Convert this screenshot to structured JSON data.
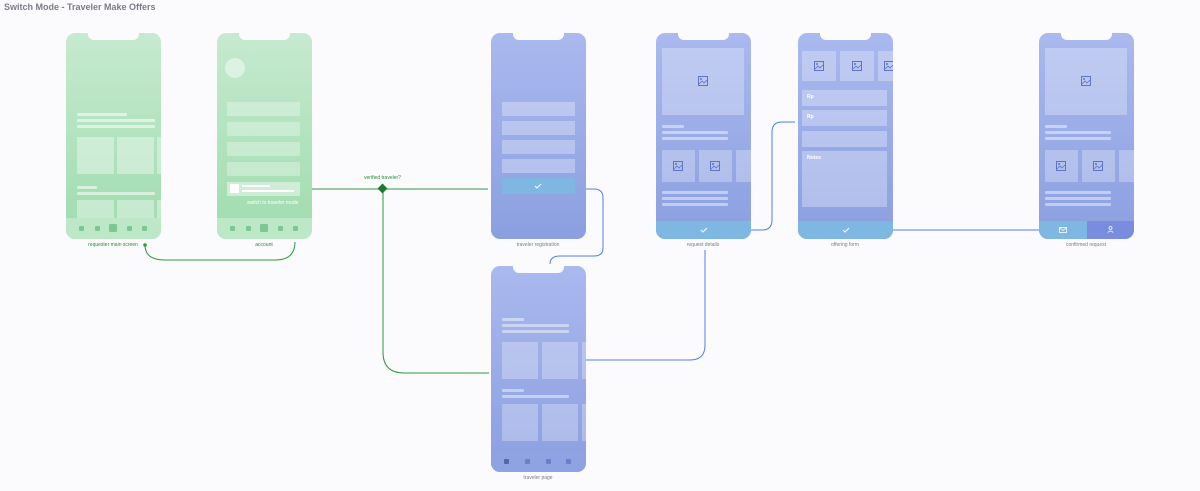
{
  "page": {
    "title": "Switch Mode - Traveler Make Offers"
  },
  "screens": {
    "requester_main": {
      "caption": "requester main screen"
    },
    "account": {
      "caption": "account",
      "switch_label": "switch to traveler mode"
    },
    "traveler_registration": {
      "caption": "traveler registration"
    },
    "traveler_page": {
      "caption": "traveler page"
    },
    "request_details": {
      "caption": "request details"
    },
    "offering_form": {
      "caption": "offering form",
      "field1": "Rp",
      "field2": "Rp",
      "notes": "Notes"
    },
    "confirmed_request": {
      "caption": "confirmed request"
    }
  },
  "edges": {
    "verified_label": "verified traveler?"
  },
  "colors": {
    "green_flow": "#2d9a3c",
    "blue_flow": "#4f7ef0",
    "green_screen": "#a6deb4",
    "blue_screen": "#98aae6"
  },
  "icons": [
    "image-icon",
    "check-icon",
    "mail-icon",
    "user-icon"
  ]
}
